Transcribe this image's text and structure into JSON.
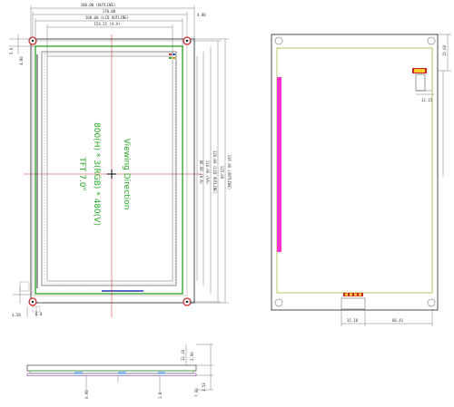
{
  "colors": {
    "outline": "#222222",
    "dimension": "#555555",
    "center_line": "#cc2222",
    "fpc": "#ff33cc",
    "green": "#33aa33",
    "hole_fill": "#ffffff"
  },
  "front_view": {
    "dims_top": [
      "180.00 (OUTLINE)",
      "170.00",
      "160.00 (LCD OUTLINE)",
      "154.21 (A.A)",
      "4.80"
    ],
    "dims_right": [
      "135.00 (OUTLINE)",
      "125.00",
      "120.00 (LCD OUTLINE)",
      "110.00 (VA)",
      "86.00 (A.A)"
    ],
    "dims_left": [
      "5.0",
      "4.80"
    ],
    "dims_bottom": [
      "4.50",
      "6.0"
    ],
    "viewing_line1": "Viewing Direction",
    "viewing_line2": "800(H) * 3(RGB) * 480(V)",
    "viewing_line3": "TFT 7.0\""
  },
  "back_view": {
    "dim_top": "15.60",
    "dim_connector": "12.15",
    "dim_bottom_left": "15.10",
    "dim_bottom_right": "66.41"
  },
  "side_view": {
    "dims_right": [
      "12.10",
      "2.00",
      "3.53",
      "7.00"
    ],
    "dims_bottom": [
      "0.05",
      "1.6"
    ]
  }
}
